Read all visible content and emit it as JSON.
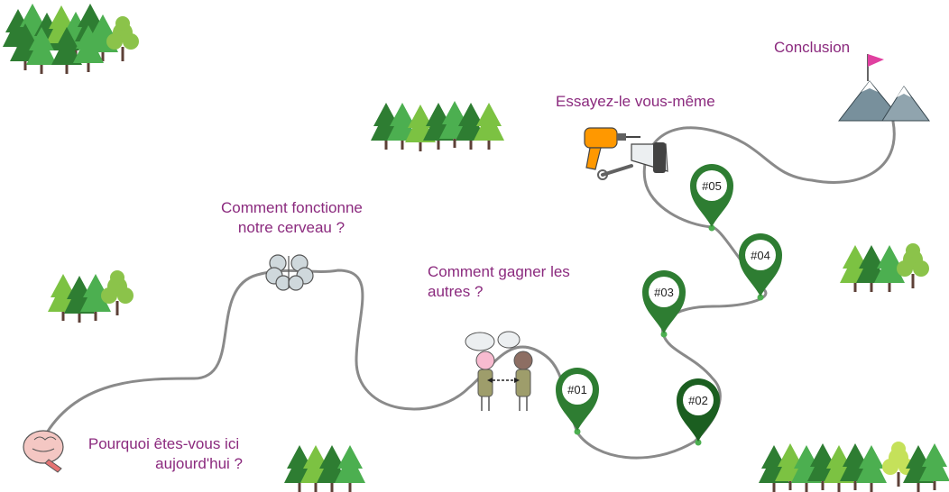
{
  "colors": {
    "label": "#8b2a7e",
    "path": "#8a8a8a",
    "pin": "#2e7d32",
    "pin_dark": "#1b5e20",
    "tree_light": "#7cc242",
    "tree_mid": "#4caf50",
    "tree_dark": "#2e7d32",
    "mountain": "#78909c",
    "flag": "#e040a0"
  },
  "labels": {
    "intro": [
      "Pourquoi êtes-vous ici",
      "aujourd'hui ?"
    ],
    "brain": [
      "Comment fonctionne",
      "notre cerveau ?"
    ],
    "others": [
      "Comment gagner les",
      "autres ?"
    ],
    "try": [
      "Essayez-le vous-même"
    ],
    "conclusion": [
      "Conclusion"
    ]
  },
  "pins": [
    "#01",
    "#02",
    "#03",
    "#04",
    "#05"
  ],
  "icons": {
    "intro": "pointing-hand-icon",
    "brain": "brain-icon",
    "others": "two-people-talking-icon",
    "try": "drill-saw-wrench-icon",
    "conclusion": "mountain-flag-icon"
  }
}
